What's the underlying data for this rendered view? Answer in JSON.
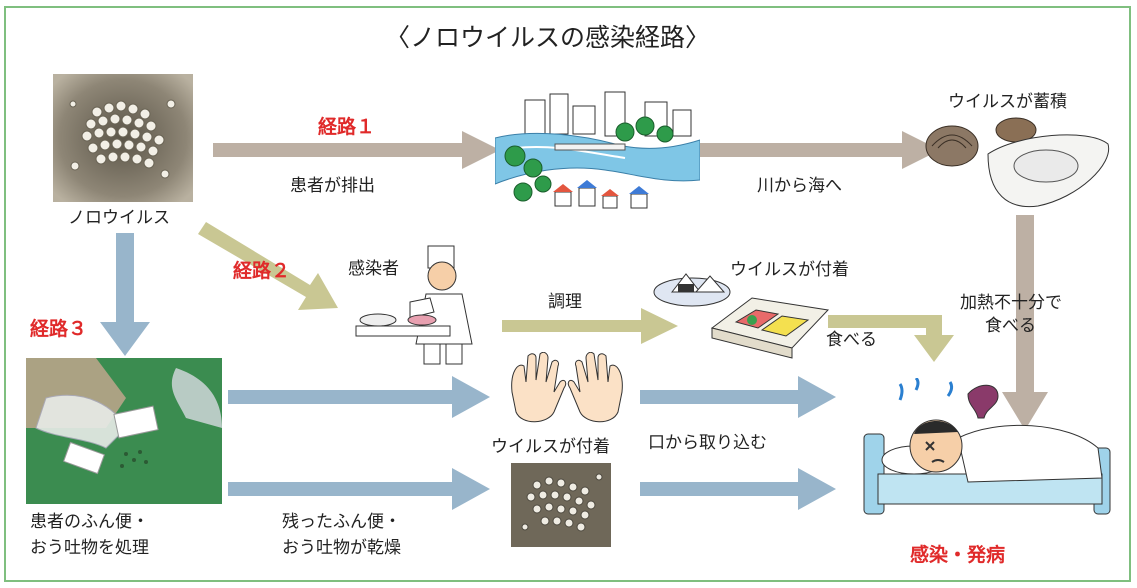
{
  "title": "〈ノロウイルスの感染経路〉",
  "labels": {
    "norovirus": "ノロウイルス",
    "route1": "経路１",
    "route2": "経路２",
    "route3": "経路３",
    "patient_excrete": "患者が排出",
    "river_to_sea": "川から海へ",
    "virus_accumulate": "ウイルスが蓄積",
    "infected_person": "感染者",
    "cooking": "調理",
    "virus_attach_food": "ウイルスが付着",
    "eat": "食べる",
    "insufficient_heat_line1": "加熱不十分で",
    "insufficient_heat_line2": "食べる",
    "virus_attach_hands": "ウイルスが付着",
    "into_mouth": "口から取り込む",
    "handle_line1": "患者のふん便・",
    "handle_line2": "おう吐物を処理",
    "dried_line1": "残ったふん便・",
    "dried_line2": "おう吐物が乾燥",
    "result": "感染・発病"
  },
  "colors": {
    "frame": "#7fbf7f",
    "route_text": "#e02a2a",
    "arrow_brown": "#bdb0a4",
    "arrow_olive": "#c9c793",
    "arrow_blue": "#98b5cb"
  },
  "icons": [
    "virus-photo",
    "river-town-illustration",
    "shellfish-oyster-illustration",
    "cook-illustration",
    "bento-rice-illustration",
    "hands-illustration",
    "glove-cleaning-photo",
    "virus-photo-small",
    "sick-person-bed-illustration"
  ]
}
